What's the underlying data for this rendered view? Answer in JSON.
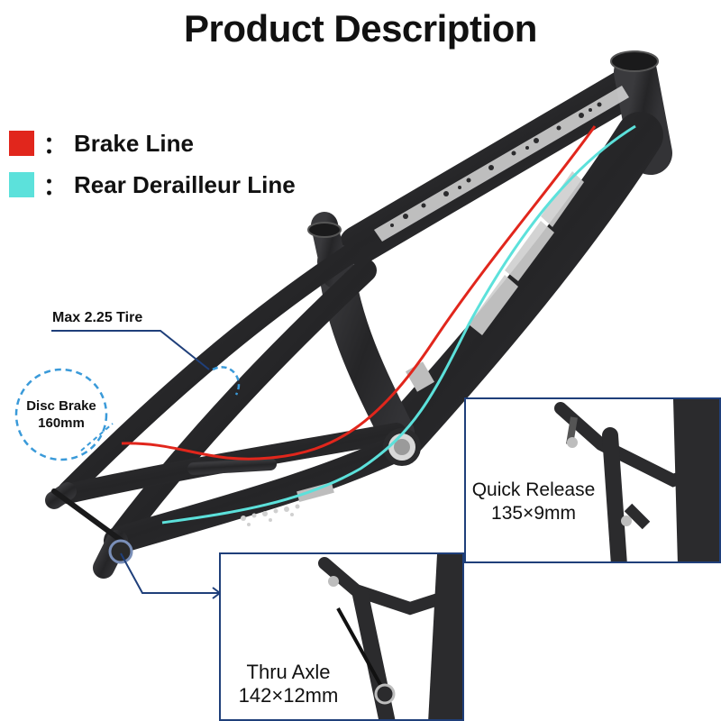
{
  "header": {
    "title": "Product Description"
  },
  "legend": [
    {
      "color": "#e1261c",
      "label": "Brake Line",
      "colon": "："
    },
    {
      "color": "#5ce1db",
      "label": "Rear Derailleur Line",
      "colon": "："
    }
  ],
  "callouts": {
    "tire": "Max 2.25 Tire",
    "disc_line1": "Disc Brake",
    "disc_line2": "160mm"
  },
  "insets": {
    "quick_release": {
      "line1": "Quick Release",
      "line2": "135×9mm"
    },
    "thru_axle": {
      "line1": "Thru Axle",
      "line2": "142×12mm"
    }
  },
  "colors": {
    "frame": "#2b2b2d",
    "callout_line": "#1f3f7a",
    "disc_circle": "#3a9ad9"
  }
}
